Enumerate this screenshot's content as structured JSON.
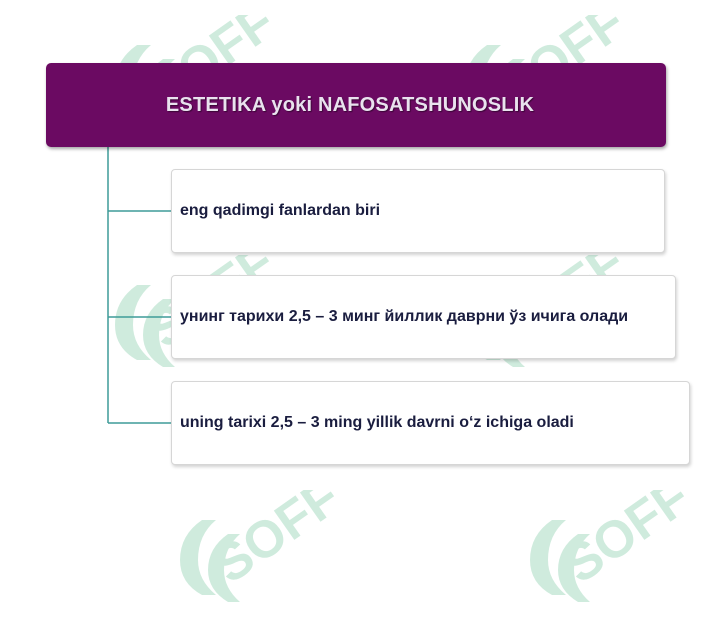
{
  "header": {
    "title": "ESTETIKA yoki NAFOSATSHUNOSLIK"
  },
  "items": [
    {
      "text": "eng qadimgi fanlardan biri"
    },
    {
      "text": "унинг тарихи 2,5 – 3 минг йиллик даврни ўз ичига олади"
    },
    {
      "text": "uning tarixi 2,5 – 3 ming yillik davrni o‘z ichiga oladi"
    }
  ],
  "watermark": {
    "text": "SOFF",
    "color": "#2aa86a"
  },
  "colors": {
    "header_bg": "#6b0a62",
    "connector": "#3e9c98",
    "text": "#1a1d3f"
  }
}
